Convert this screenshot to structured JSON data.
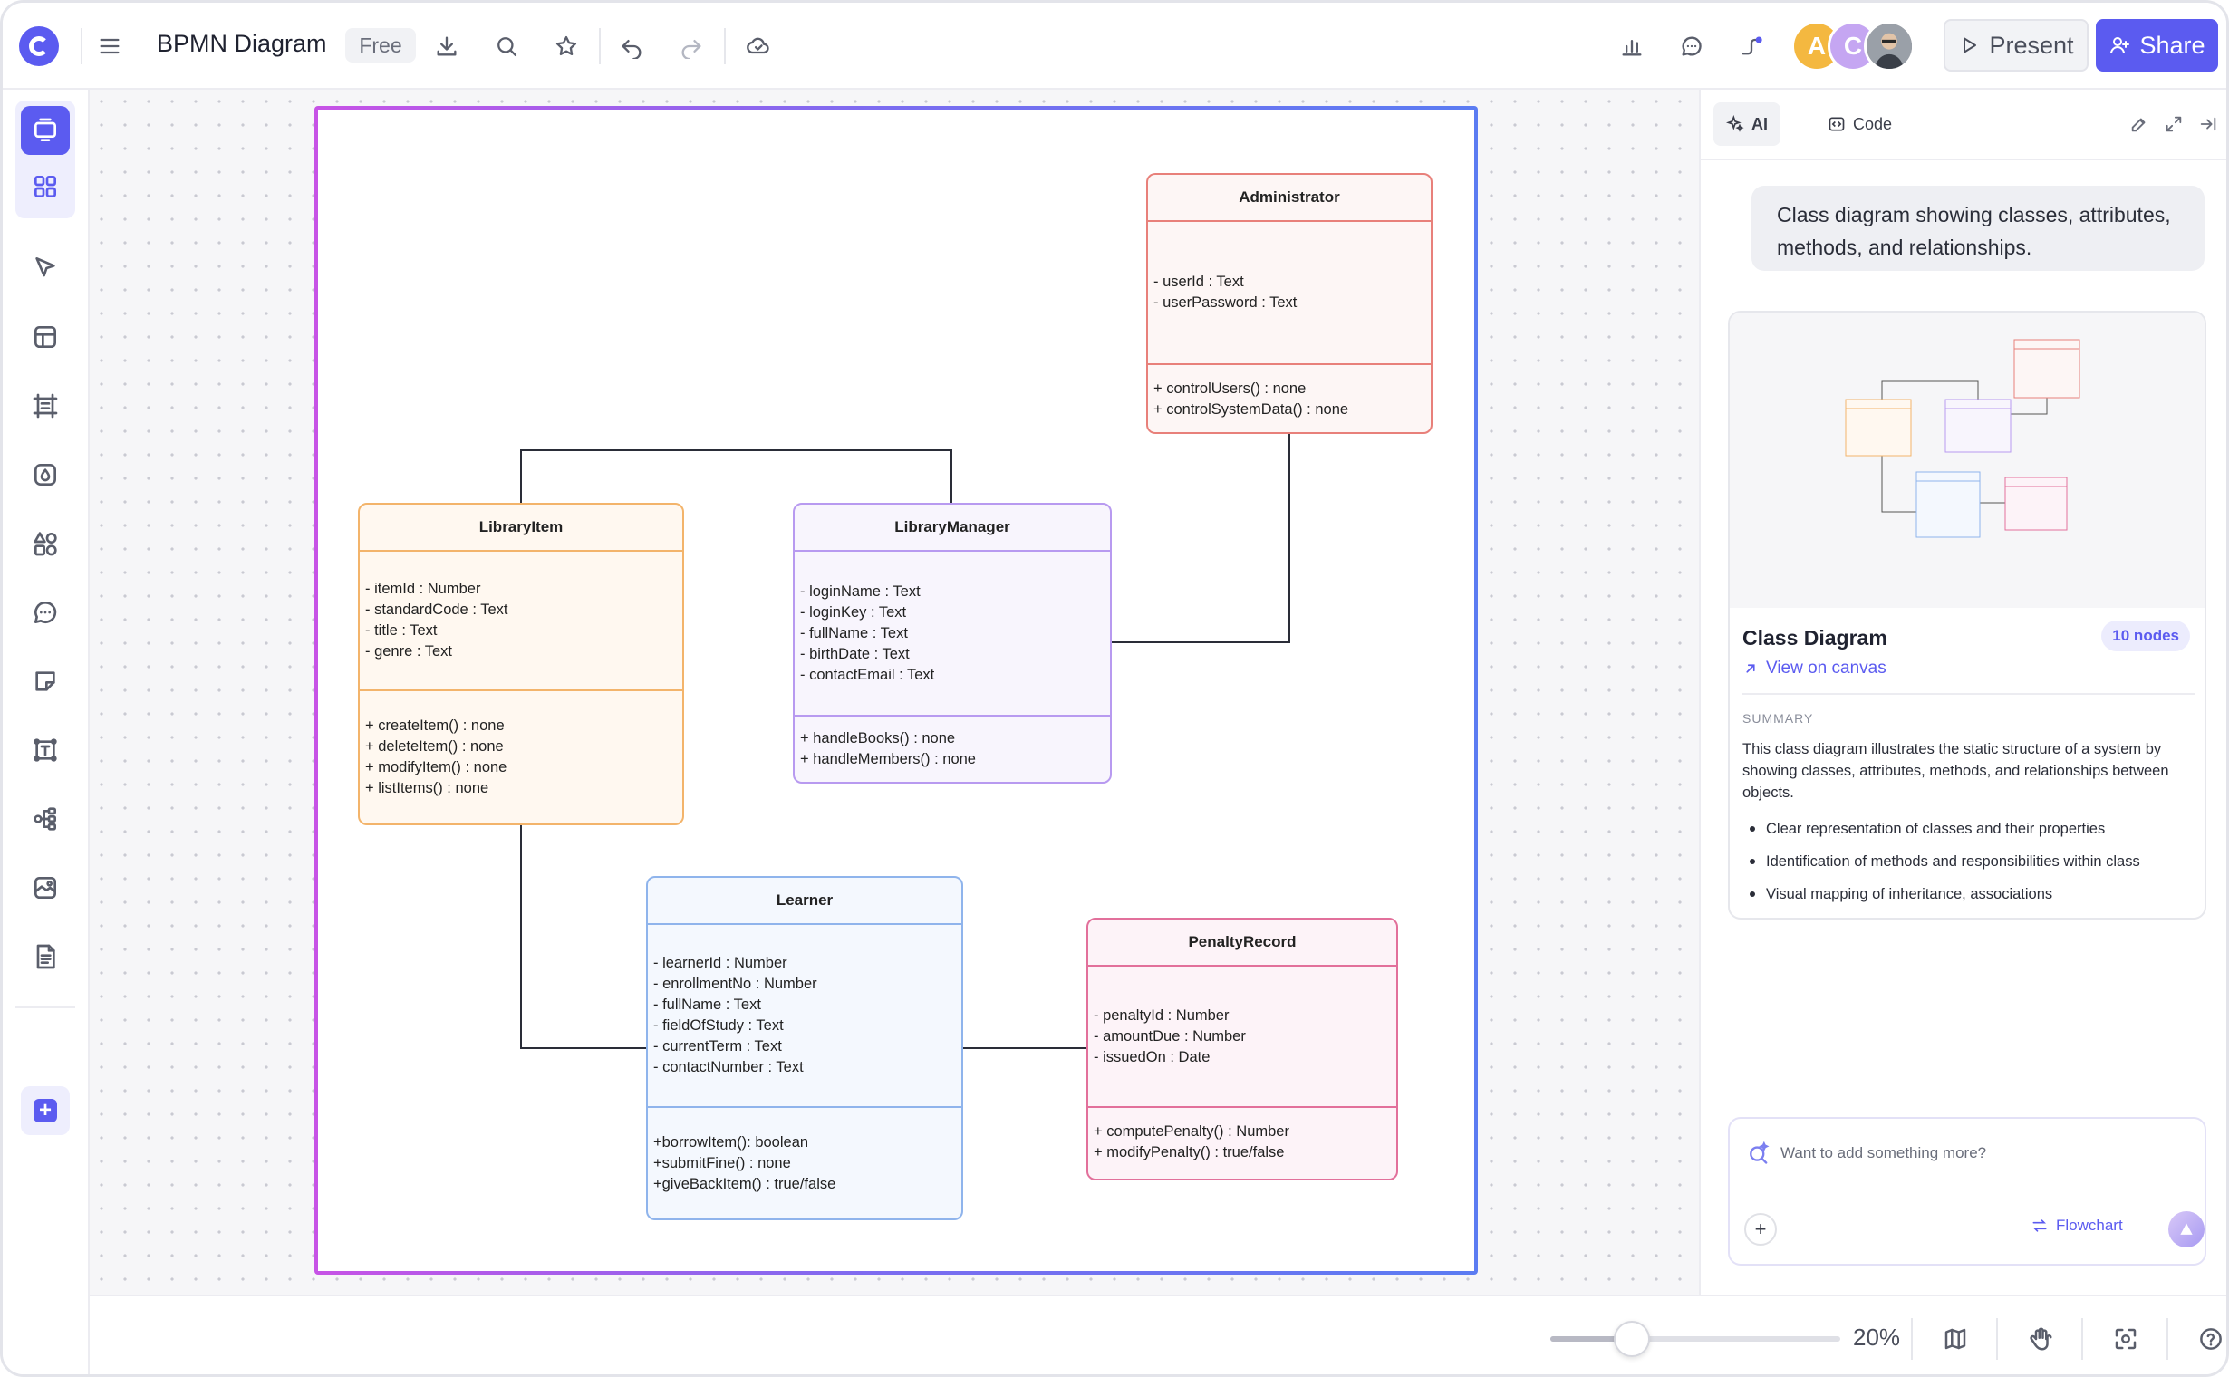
{
  "header": {
    "title": "BPMN Diagram",
    "plan_badge": "Free",
    "avatars": [
      {
        "initial": "A",
        "color": "#f4b840"
      },
      {
        "initial": "C",
        "color": "#c5a6f2"
      }
    ],
    "present_label": "Present",
    "share_label": "Share"
  },
  "canvas": {
    "classes": {
      "administrator": {
        "name": "Administrator",
        "attributes": [
          "- userId : Text",
          "- userPassword : Text"
        ],
        "methods": [
          "+ controlUsers() : none",
          "+ controlSystemData() : none"
        ]
      },
      "library_item": {
        "name": "LibraryItem",
        "attributes": [
          "- itemId : Number",
          "- standardCode : Text",
          "- title : Text",
          "- genre : Text"
        ],
        "methods": [
          "+ createItem() : none",
          "+ deleteItem() : none",
          "+ modifyItem() : none",
          "+ listItems() : none"
        ]
      },
      "library_manager": {
        "name": "LibraryManager",
        "attributes": [
          "- loginName : Text",
          "- loginKey : Text",
          "- fullName : Text",
          "- birthDate : Text",
          "- contactEmail : Text"
        ],
        "methods": [
          "+ handleBooks() : none",
          "+ handleMembers() : none"
        ]
      },
      "learner": {
        "name": "Learner",
        "attributes": [
          "- learnerId : Number",
          "- enrollmentNo : Number",
          "- fullName : Text",
          "- fieldOfStudy : Text",
          "- currentTerm : Text",
          "- contactNumber : Text"
        ],
        "methods": [
          "+borrowItem(): boolean",
          "+submitFine() : none",
          "+giveBackItem() : true/false"
        ]
      },
      "penalty_record": {
        "name": "PenaltyRecord",
        "attributes": [
          "- penaltyId : Number",
          "- amountDue : Number",
          "- issuedOn : Date"
        ],
        "methods": [
          "+ computePenalty() : Number",
          "+ modifyPenalty() : true/false"
        ]
      }
    }
  },
  "right_panel": {
    "tabs": {
      "ai": "AI",
      "code": "Code"
    },
    "prompt_message": "Class diagram showing classes, attributes, methods, and relationships.",
    "card": {
      "title": "Class Diagram",
      "nodes_badge": "10 nodes",
      "view_link": "View on canvas",
      "summary_label": "SUMMARY",
      "summary_text": "This class diagram illustrates the static structure of a system by showing classes, attributes, methods, and relationships between objects.",
      "bullets": [
        "Clear representation of classes and their properties",
        "Identification of methods and responsibilities within class",
        "Visual mapping of inheritance, associations"
      ]
    },
    "chat_input": {
      "placeholder": "Want to add something more?",
      "mode_label": "Flowchart"
    }
  },
  "bottom_bar": {
    "zoom_label": "20%",
    "zoom_level": 0.2
  },
  "colors": {
    "accent": "#5b5bf0",
    "administrator": "#e8807a",
    "library_item": "#f3b46b",
    "library_manager": "#b89af0",
    "learner": "#8fb4ec",
    "penalty_record": "#e2709b"
  }
}
